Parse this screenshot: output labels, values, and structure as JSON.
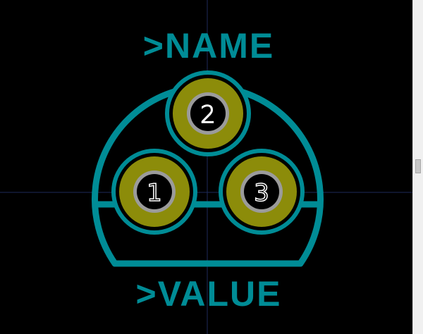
{
  "footprint": {
    "name_field": ">NAME",
    "value_field": ">VALUE",
    "pads": [
      {
        "number": "1",
        "shape": "circle"
      },
      {
        "number": "2",
        "shape": "circle"
      },
      {
        "number": "3",
        "shape": "circle"
      }
    ]
  },
  "colors": {
    "background": "#000000",
    "silkscreen": "#008c96",
    "pad_copper": "#8c8c0a",
    "drill_ring": "#9b9b9b",
    "drill_hole": "#000000",
    "pad_number": "#ffffff",
    "grid_crosshair": "#1e2a5a"
  },
  "scrollbar": {
    "label": "vertical-scrollbar"
  }
}
